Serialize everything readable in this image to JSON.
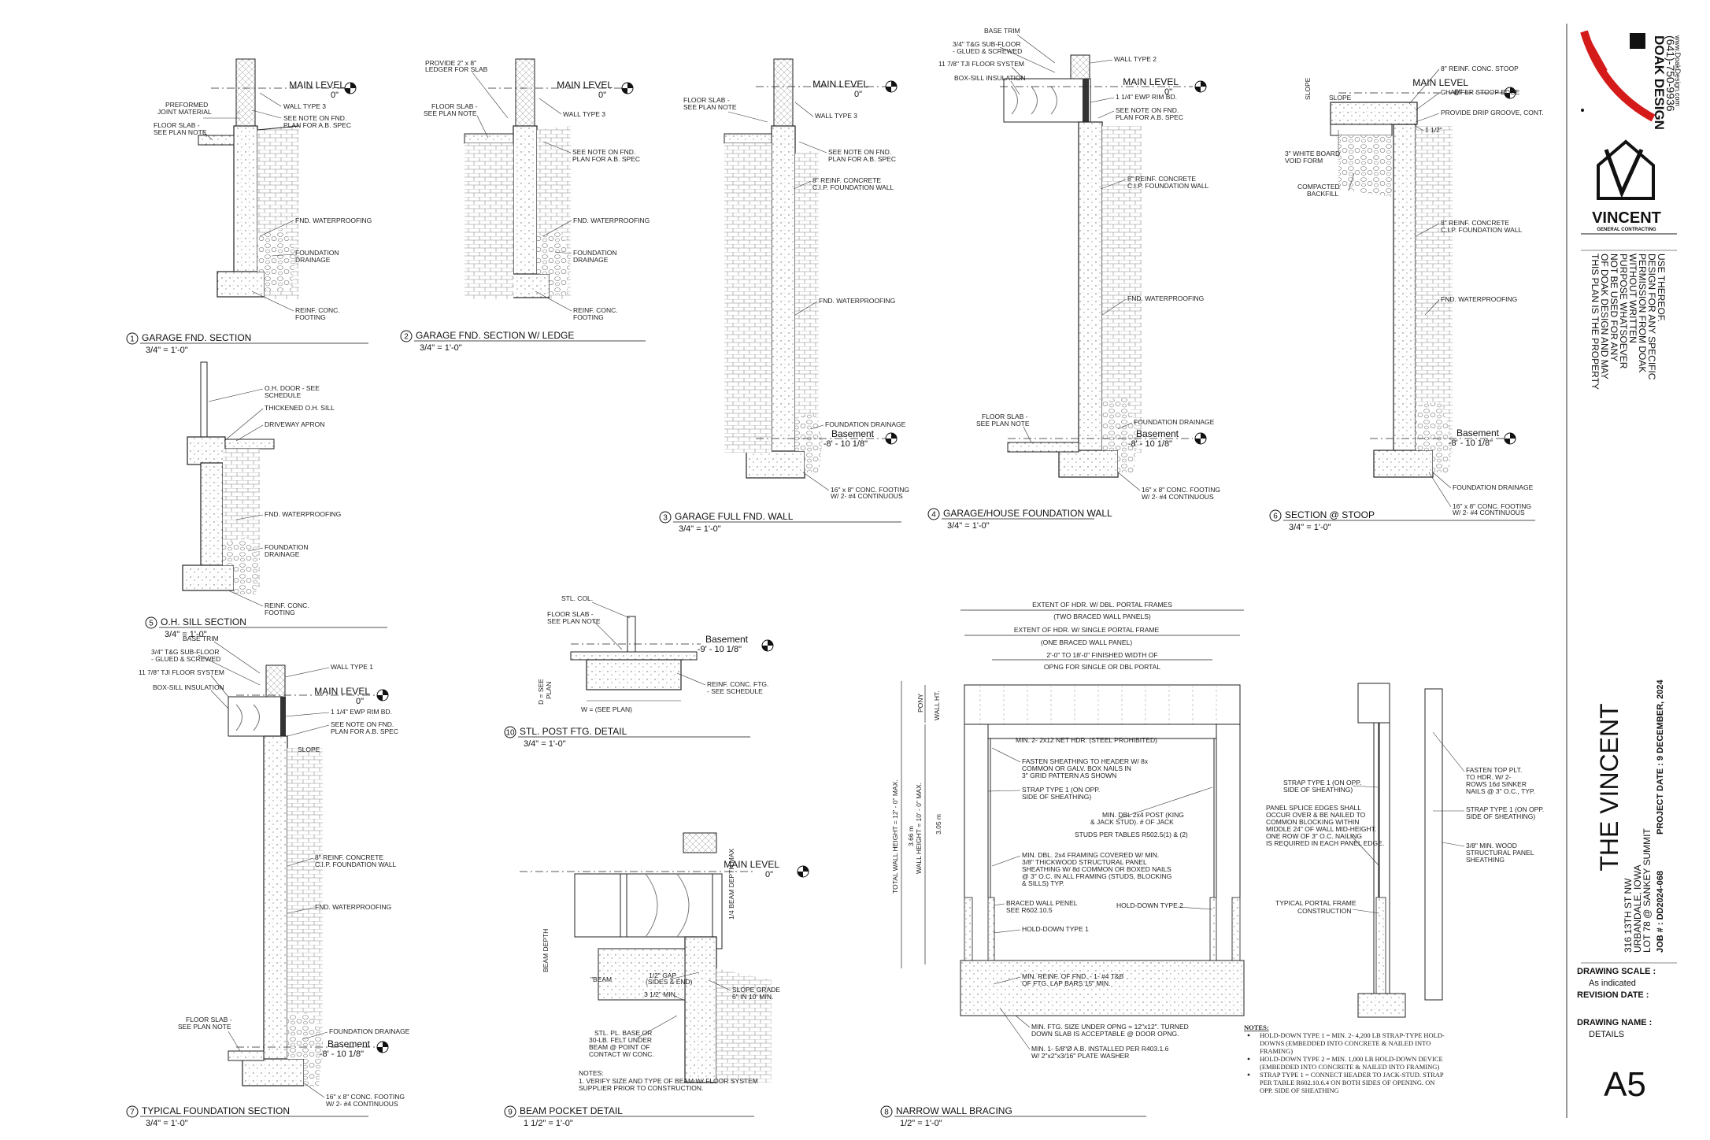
{
  "details": [
    {
      "num": "1",
      "title": "GARAGE FND. SECTION",
      "scale": "3/4\" = 1'-0\"",
      "level": {
        "name": "MAIN LEVEL",
        "elev": "0\""
      },
      "notes": [
        "PREFORMED",
        "JOINT MATERIAL",
        "FLOOR SLAB -",
        "SEE PLAN NOTE",
        "WALL TYPE 3",
        "SEE NOTE ON FND.",
        "PLAN FOR A.B. SPEC",
        "FND. WATERPROOFING",
        "FOUNDATION",
        "DRAINAGE",
        "REINF. CONC.",
        "FOOTING"
      ]
    },
    {
      "num": "2",
      "title": "GARAGE FND. SECTION W/ LEDGE",
      "scale": "3/4\" = 1'-0\"",
      "level": {
        "name": "MAIN LEVEL",
        "elev": "0\""
      },
      "notes": [
        "PROVIDE 2\" x 8\"",
        "LEDGER FOR SLAB",
        "FLOOR SLAB -",
        "SEE PLAN NOTE",
        "WALL TYPE 3",
        "SEE NOTE ON FND.",
        "PLAN FOR A.B. SPEC",
        "FND. WATERPROOFING",
        "FOUNDATION",
        "DRAINAGE",
        "REINF. CONC.",
        "FOOTING"
      ]
    },
    {
      "num": "3",
      "title": "GARAGE FULL FND. WALL",
      "scale": "3/4\" = 1'-0\"",
      "level": {
        "name": "MAIN LEVEL",
        "elev": "0\""
      },
      "level2": {
        "name": "Basement",
        "elev": "-8' - 10 1/8\""
      },
      "notes": [
        "FLOOR SLAB -",
        "SEE PLAN NOTE",
        "WALL TYPE 3",
        "SEE NOTE ON FND.",
        "PLAN FOR A.B. SPEC",
        "8\" REINF. CONCRETE",
        "C.I.P. FOUNDATION WALL",
        "FND. WATERPROOFING",
        "FOUNDATION DRAINAGE",
        "16\" x 8\" CONC. FOOTING",
        "W/ 2- #4 CONTINUOUS"
      ]
    },
    {
      "num": "4",
      "title": "GARAGE/HOUSE FOUNDATION WALL",
      "scale": "3/4\" = 1'-0\"",
      "level": {
        "name": "MAIN LEVEL",
        "elev": "0\""
      },
      "level2": {
        "name": "Basement",
        "elev": "-8' - 10 1/8\""
      },
      "notes": [
        "BASE TRIM",
        "3/4\" T&G SUB-FLOOR",
        "- GLUED & SCREWED",
        "11 7/8\" TJI FLOOR SYSTEM",
        "BOX-SILL INSULATION",
        "WALL TYPE 2",
        "1 1/4\" EWP RIM BD.",
        "SEE NOTE ON FND.",
        "PLAN FOR A.B. SPEC",
        "8\" REINF. CONCRETE",
        "C.I.P. FOUNDATION WALL",
        "FND. WATERPROOFING",
        "FLOOR SLAB -",
        "SEE PLAN NOTE",
        "FOUNDATION DRAINAGE",
        "16\" x 8\" CONC. FOOTING",
        "W/ 2- #4 CONTINUOUS"
      ]
    },
    {
      "num": "6",
      "title": "SECTION @ STOOP",
      "scale": "3/4\" = 1'-0\"",
      "level": {
        "name": "MAIN LEVEL",
        "elev": "0\""
      },
      "level2": {
        "name": "Basement",
        "elev": "-8' - 10 1/8\""
      },
      "notes": [
        "8\" REINF. CONC. STOOP",
        "SLOPE",
        "CHAMFER STOOP EDGE",
        "PROVIDE DRIP GROOVE, CONT.",
        "1 1/2\"",
        "3\" WHITE BOARD",
        "VOID FORM",
        "COMPACTED",
        "BACKFILL",
        "8\" REINF. CONCRETE",
        "C.I.P. FOUNDATION WALL",
        "FND. WATERPROOFING",
        "FOUNDATION DRAINAGE",
        "16\" x 8\" CONC. FOOTING",
        "W/ 2- #4 CONTINUOUS"
      ]
    },
    {
      "num": "5",
      "title": "O.H. SILL SECTION",
      "scale": "3/4\" = 1'-0\"",
      "notes": [
        "O.H. DOOR - SEE",
        "SCHEDULE",
        "THICKENED O.H. SILL",
        "DRIVEWAY APRON",
        "FND. WATERPROOFING",
        "FOUNDATION",
        "DRAINAGE",
        "REINF. CONC.",
        "FOOTING"
      ]
    },
    {
      "num": "7",
      "title": "TYPICAL FOUNDATION SECTION",
      "scale": "3/4\" = 1'-0\"",
      "level": {
        "name": "MAIN LEVEL",
        "elev": "0\""
      },
      "level2": {
        "name": "Basement",
        "elev": "-8' - 10 1/8\""
      },
      "notes": [
        "BASE TRIM",
        "3/4\" T&G SUB-FLOOR",
        "- GLUED & SCREWED",
        "11 7/8\" TJI FLOOR SYSTEM",
        "BOX-SILL INSULATION",
        "WALL TYPE 1",
        "1 1/4\" EWP RIM BD.",
        "SEE NOTE ON FND.",
        "PLAN FOR A.B. SPEC",
        "SLOPE",
        "8\" REINF. CONCRETE",
        "C.I.P. FOUNDATION WALL",
        "FND. WATERPROOFING",
        "FLOOR SLAB -",
        "SEE PLAN NOTE",
        "FOUNDATION DRAINAGE",
        "16\" x 8\" CONC. FOOTING",
        "W/ 2- #4 CONTINUOUS"
      ]
    },
    {
      "num": "10",
      "title": "STL. POST FTG. DETAIL",
      "scale": "3/4\" = 1'-0\"",
      "level2": {
        "name": "Basement",
        "elev": "-9' - 10 1/8\""
      },
      "notes": [
        "STL. COL.",
        "FLOOR SLAB -",
        "SEE PLAN NOTE",
        "REINF. CONC. FTG.",
        "- SEE SCHEDULE",
        "W = (SEE PLAN)",
        "D = SEE",
        "PLAN"
      ]
    },
    {
      "num": "9",
      "title": "BEAM POCKET DETAIL",
      "scale": "1 1/2\" = 1'-0\"",
      "level": {
        "name": "MAIN LEVEL",
        "elev": "0\""
      },
      "notes": [
        "1/4 BEAM DEPTH MAX",
        "BEAM DEPTH",
        "\"BEAM",
        "1/2\" GAP",
        "(SIDES & END)",
        "3 1/2\" MIN.",
        "SLOPE GRADE",
        "6\" IN 10' MIN.",
        "STL. PL. BASE OR",
        "30-LB. FELT UNDER",
        "BEAM @ POINT OF",
        "CONTACT W/ CONC.",
        "NOTES:",
        "1.      VERIFY SIZE AND TYPE OF BEAM W/ FLOOR SYSTEM",
        "          SUPPLIER PRIOR TO CONSTRUCTION."
      ]
    },
    {
      "num": "8",
      "title": "NARROW WALL BRACING",
      "scale": "1/2\" = 1'-0\"",
      "notes": [
        "EXTENT OF HDR. W/ DBL. PORTAL FRAMES",
        "(TWO BRACED WALL PANELS)",
        "EXTENT OF HDR. W/ SINGLE PORTAL FRAME",
        "(ONE BRACED WALL PANEL)",
        "2'-0\" TO 18'-0\" FINISHED WIDTH OF",
        "OPNG FOR SINGLE OR DBL PORTAL",
        "PONY",
        "WALL HT.",
        "MIN. 2- 2x12 NET HDR. (STEEL PROHIBITED)",
        "FASTEN SHEATHING TO HEADER W/ 8x",
        "COMMON OR GALV. BOX NAILS IN",
        "3\" GRID PATTERN AS SHOWN",
        "STRAP TYPE 1 (ON OPP.",
        "SIDE OF SHEATHING)",
        "MIN. DBL 2x4 POST (KING",
        "& JACK STUD). # OF JACK",
        "STUDS PER TABLES R502.5(1) & (2)",
        "MIN. DBL. 2x4 FRAMING COVERED W/ MIN.",
        "3/8\" THICKWOOD STRUCTURAL PANEL",
        "SHEATHING W/ 8d COMMON OR BOXED NAILS",
        "@ 3\" O.C. IN ALL FRAMING (STUDS, BLOCKING",
        "& SILLS) TYP.",
        "BRACED WALL PENEL",
        "SEE R602.10.5",
        "HOLD-DOWN TYPE 2",
        "HOLD-DOWN TYPE 1",
        "MIN. REINF. OF FND. - 1- #4 T&B",
        "OF FTG. LAP BARS 15\" MIN.",
        "MIN. FTG. SIZE UNDER OPNG = 12\"x12\". TURNED",
        "DOWN SLAB IS ACCEPTABLE @ DOOR OPNG.",
        "MIN. 1- 5/8\"Ø A.B. INSTALLED PER R403.1.6",
        "W/ 2\"x2\"x3/16\" PLATE WASHER",
        "TOTAL WALL HEIGHT = 12' - 0\" MAX.",
        "3.66 m",
        "WALL HEIGHT = 10' - 0\" MAX.",
        "3.05 m",
        "STRAP TYPE 1 (ON OPP.",
        "SIDE OF SHEATHING)",
        "PANEL SPLICE EDGES SHALL",
        "OCCUR OVER & BE NAILED TO",
        "COMMON BLOCKING WITHIN",
        "MIDDLE 24\" OF WALL MID-HEIGHT.",
        "ONE ROW OF 3\" O.C. NAILING",
        "IS REQUIRED IN EACH PANEL EDGE.",
        "TYPICAL PORTAL FRAME",
        "CONSTRUCTION",
        "FASTEN TOP PLT.",
        "TO HDR. W/ 2-",
        "ROWS 16d SINKER",
        "NAILS @ 3\" O.C., TYP.",
        "STRAP TYPE 1 (ON OPP.",
        "SIDE OF SHEATHING)",
        "3/8\" MIN. WOOD",
        "STRUCTURAL PANEL",
        "SHEATHING"
      ],
      "general_notes": [
        "NOTES:",
        "HOLD-DOWN TYPE 1 = MIN. 2- 4,200 LB STRAP-TYPE HOLD-",
        "DOWNS (EMBEDDED INTO CONCRETE & NAILED INTO",
        "FRAMING)",
        "HOLD-DOWN TYPE 2 = MIN. 1,000 LB HOLD-DOWN DEVICE",
        "(EMBEDDED INTO CONCRETE & NAILED INTO FRAMING)",
        "STRAP TYPE 1 = CONNECT HEADER TO JACK-STUD. STRAP",
        "PER TABLE R602.10.6.4 ON BOTH SIDES OF OPENING. ON",
        "OPP. SIDE OF SHEATHING"
      ]
    }
  ],
  "title_block": {
    "firm": "DOAK DESIGN",
    "phone": "(641)-750-9936",
    "web": "www.DoakDesign.com",
    "client": "VINCENT",
    "client_sub": "GENERAL CONTRACTING",
    "disclaimer": [
      "THIS PLAN IS THE PROPERTY",
      "OF DOAK DESIGN AND MAY",
      "NOT BE USED FOR ANY",
      "PURPOSE WHATSOEVER",
      "WITHOUT WRITTEN",
      "PERMISSION FROM DOAK",
      "DESIGN FOR ANY SPECIFIC",
      "USE THEREOF."
    ],
    "project": "THE VINCENT",
    "address": [
      "316 13TH ST NW",
      "URBANDALE, IOWA",
      "LOT 78 @ SANKEY SUMMIT"
    ],
    "job": "JOB # : DD2024-068",
    "project_date": "PROJECT DATE : 9 DECEMBER, 2024",
    "drawing_scale_label": "DRAWING SCALE :",
    "drawing_scale": "As indicated",
    "revision_label": "REVISION DATE :",
    "drawing_name_label": "DRAWING NAME :",
    "drawing_name": "DETAILS",
    "sheet": "A5"
  }
}
